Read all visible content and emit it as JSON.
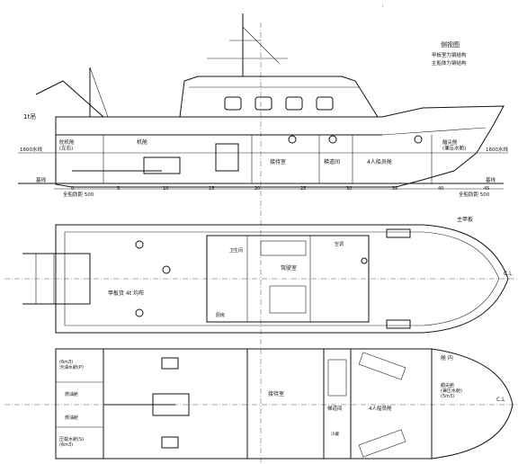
{
  "legend": {
    "title": "侧视图",
    "line1": "甲板室为钢结构",
    "line2": "主船体为钢结构"
  },
  "profile": {
    "crane_label": "1t吊",
    "waterline_left": "1600水线",
    "waterline_right": "1600水线",
    "baseline_left": "基线",
    "baseline_right": "基线",
    "frame_spacing_left": "全船肋距 500",
    "frame_spacing_right": "全船肋距 500",
    "compartments": {
      "steering": "舵机舱\n(左右)",
      "engine": "机舱",
      "reception": "接待室",
      "passage": "梯道间",
      "crew": "4人船员舱",
      "forepeak": "艏尖舱\n(兼压水舱)"
    },
    "frame_numbers": [
      "0",
      "5",
      "10",
      "15",
      "20",
      "25",
      "30",
      "35",
      "40",
      "45"
    ]
  },
  "main_deck": {
    "title": "主甲板",
    "wheelhouse": "驾驶室",
    "aft_deck_note": "甲板货 4t 均布",
    "rooms": [
      "卫生间",
      "厨房",
      "空调"
    ],
    "centerline": "C.L"
  },
  "hold": {
    "title": "舱 内",
    "tanks": {
      "sewage": "(6m3)\n污油水舱(P)",
      "fuel_left": "燃油舱",
      "fuel_right": "燃油舱",
      "ballast": "压载水舱(S)\n(6m3)"
    },
    "reception": "接待室",
    "passage": "梯道间",
    "crew": "4人船员舱",
    "forepeak": "艏尖舱\n(兼压水舱)\n(5m3)",
    "centerline": "C.L",
    "small_label": "冷藏"
  }
}
